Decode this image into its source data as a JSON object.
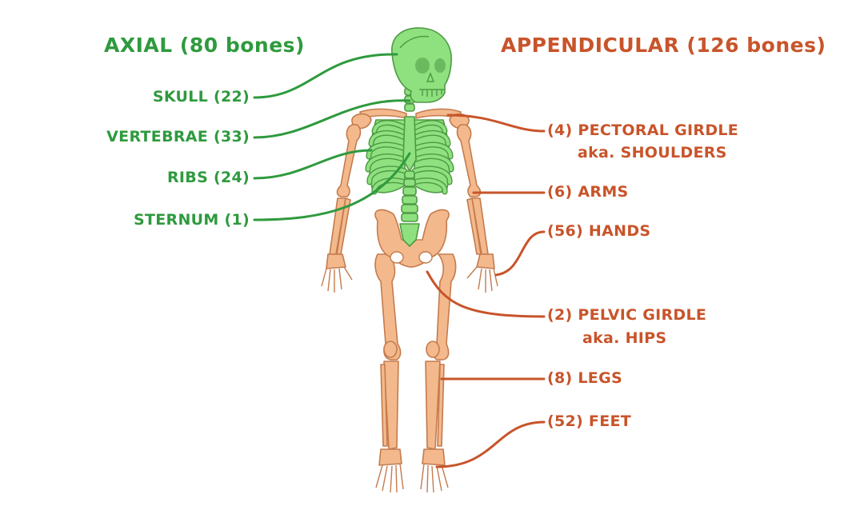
{
  "axial": {
    "title": "AXIAL (80 bones)",
    "color": "#2f9a3e",
    "items": [
      {
        "label": "SKULL (22)"
      },
      {
        "label": "VERTEBRAE (33)"
      },
      {
        "label": "RIBS (24)"
      },
      {
        "label": "STERNUM (1)"
      }
    ]
  },
  "appendicular": {
    "title": "APPENDICULAR (126 bones)",
    "color": "#c8542a",
    "items": [
      {
        "label": "(4) PECTORAL GIRDLE",
        "aka": "aka. SHOULDERS"
      },
      {
        "label": "(6) ARMS"
      },
      {
        "label": "(56) HANDS"
      },
      {
        "label": "(2) PELVIC GIRDLE",
        "aka": "aka. HIPS"
      },
      {
        "label": "(8) LEGS"
      },
      {
        "label": "(52) FEET"
      }
    ]
  },
  "colors": {
    "axial_bone": "#8fe07e",
    "axial_outline": "#4e9a45",
    "appendicular_bone": "#f3b98c",
    "appendicular_outline": "#c47b4e"
  }
}
